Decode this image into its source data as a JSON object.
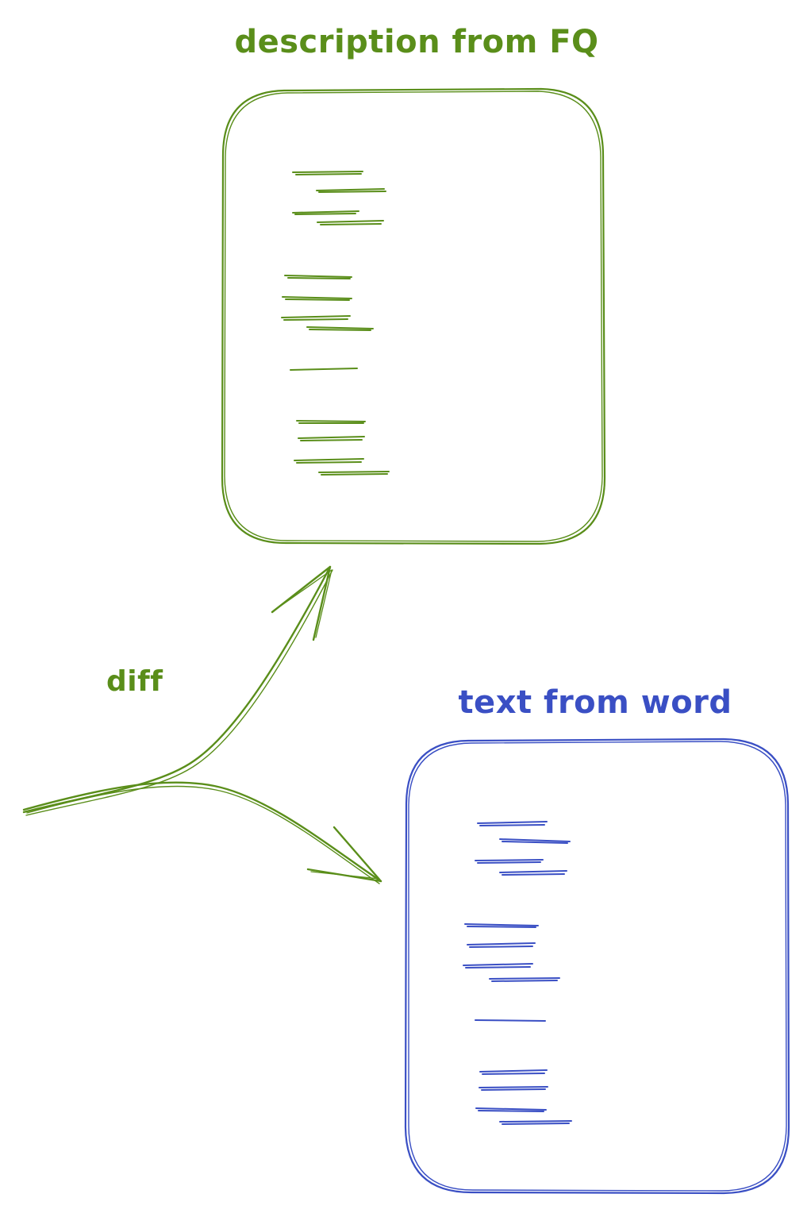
{
  "colors": {
    "green": "#5a8e1a",
    "blue": "#3a4fc4",
    "background": "#ffffff"
  },
  "nodes": {
    "fq": {
      "title": "description from FQ"
    },
    "word": {
      "title": "text from word"
    }
  },
  "edges": {
    "diff": {
      "label": "diff"
    }
  }
}
